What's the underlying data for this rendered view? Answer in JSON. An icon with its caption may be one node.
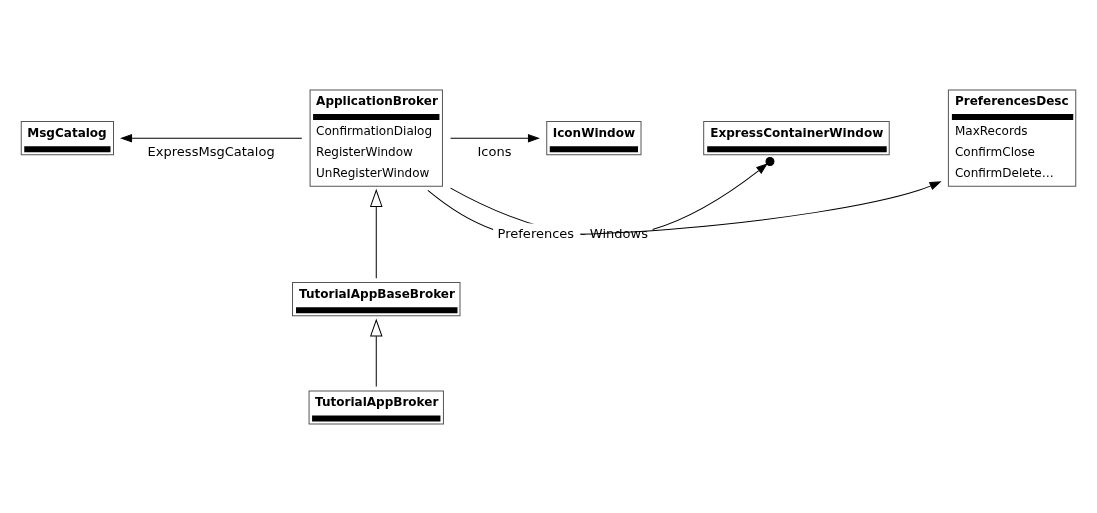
{
  "diagram": {
    "nodes": [
      {
        "text": [
          "ApplicationBroker",
          "ConfirmationDialog",
          "RegisterWindow",
          "UnRegisterWindow"
        ]
      },
      {
        "text": [
          "MsgCatalog"
        ]
      },
      {
        "text": [
          "IconWindow"
        ]
      },
      {
        "text": [
          "ExpressContainerWindow"
        ]
      },
      {
        "text": [
          "PreferencesDesc",
          "MaxRecords",
          "ConfirmClose",
          "ConfirmDelete…"
        ]
      },
      {
        "text": [
          "TutorialAppBaseBroker"
        ]
      },
      {
        "text": [
          "TutorialAppBroker"
        ]
      }
    ],
    "edges": [
      {
        "from": 0,
        "to": 1,
        "arrow": "to",
        "label": "ExpressMsgCatalog"
      },
      {
        "from": 0,
        "to": 2,
        "arrow": "to",
        "label": "Icons"
      },
      {
        "from": 0,
        "to": 3,
        "arrow": "to",
        "label": "Windows"
      },
      {
        "from": 0,
        "to": 4,
        "arrow": "to",
        "label": "Preferences"
      },
      {
        "from": 5,
        "to": 0,
        "arrow": "to"
      },
      {
        "from": 6,
        "to": 5,
        "arrow": "to"
      }
    ]
  }
}
